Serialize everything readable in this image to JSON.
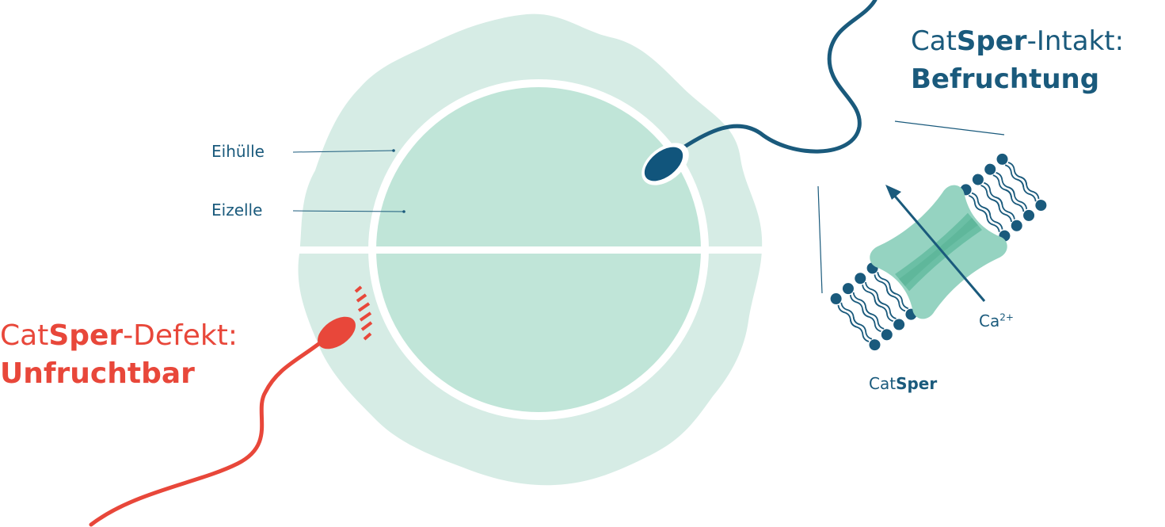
{
  "labels": {
    "egg_coat": "Eihülle",
    "egg_cell": "Eizelle",
    "defect_prefix": "Cat",
    "defect_bold": "Sper",
    "defect_suffix": "-Defekt:",
    "defect_result": "Unfruchtbar",
    "intact_prefix": "Cat",
    "intact_bold": "Sper",
    "intact_suffix": "-Intakt:",
    "intact_result": "Befruchtung",
    "channel_prefix": "Cat",
    "channel_bold": "Sper",
    "ion": "Ca",
    "ion_charge": "2+"
  },
  "colors": {
    "red": "#e8473a",
    "blue": "#1a5a7c",
    "egg_coat": "#d6ece5",
    "egg_cell": "#c0e5d8",
    "channel": "#95d3c1",
    "channel_dark": "#6bbfa5"
  },
  "icons": [
    "sperm-defect-icon",
    "sperm-intact-icon",
    "arrow-icon",
    "lipid-icon"
  ]
}
